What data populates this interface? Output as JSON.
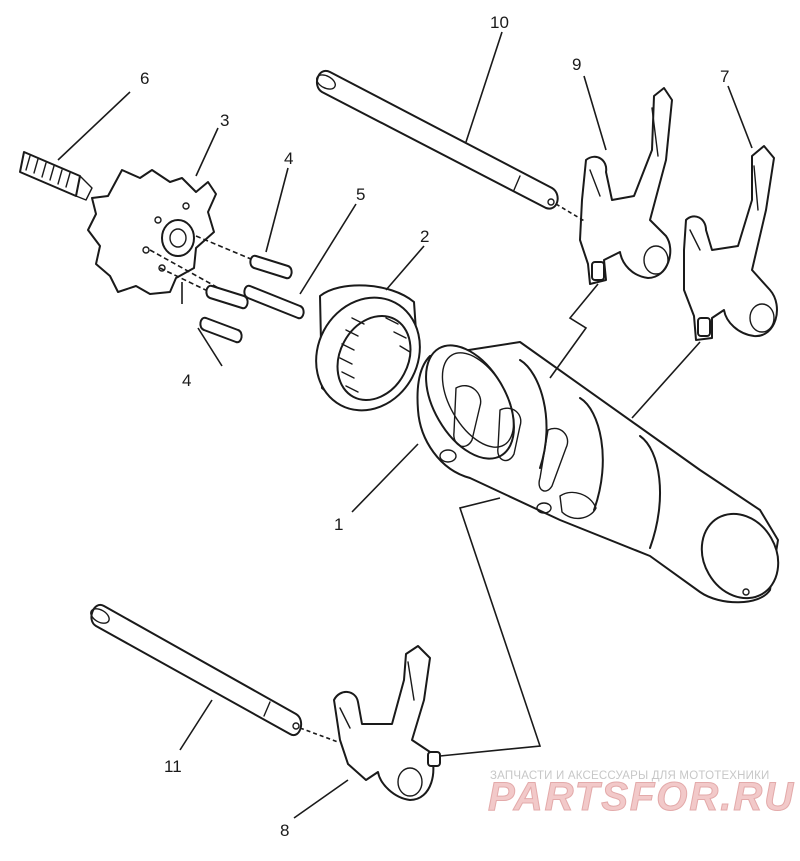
{
  "callouts": {
    "c1": "1",
    "c2": "2",
    "c3": "3",
    "c4a": "4",
    "c4b": "4",
    "c5": "5",
    "c6": "6",
    "c7": "7",
    "c8": "8",
    "c9": "9",
    "c10": "10",
    "c11": "11"
  },
  "watermark": {
    "tagline": "ЗАПЧАСТИ И АКСЕССУАРЫ ДЛЯ МОТОТЕХНИКИ",
    "brand": "PARTSFOR.RU"
  }
}
